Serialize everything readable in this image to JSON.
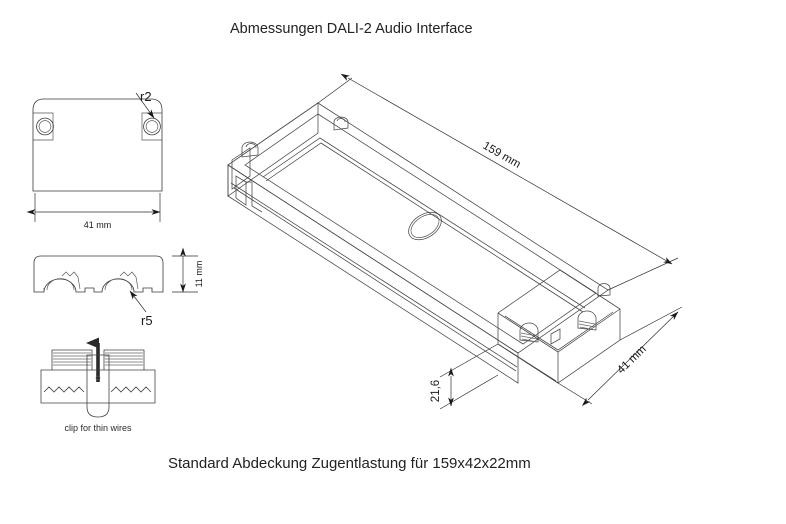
{
  "document": {
    "title": "Abmessungen DALI-2 Audio Interface",
    "caption": "Standard Abdeckung Zugentlastung für 159x42x22mm"
  },
  "views": {
    "top_view": {
      "name": "top-view",
      "radius_callout": "r2",
      "width_dimension": "41 mm"
    },
    "profile_view": {
      "name": "profile-section-view",
      "height_dimension": "11 mm",
      "radius_callout": "r5"
    },
    "clip_detail": {
      "name": "clip-detail-view",
      "caption": "clip for thin wires"
    },
    "isometric_view": {
      "name": "isometric-3d-view",
      "length_dimension": "159 mm",
      "width_dimension": "41 mm",
      "height_dimension": "21,6"
    }
  },
  "colors": {
    "background": "#ffffff",
    "line": "#3a3a3a",
    "text": "#222222",
    "dimension": "#1a1a1a"
  }
}
